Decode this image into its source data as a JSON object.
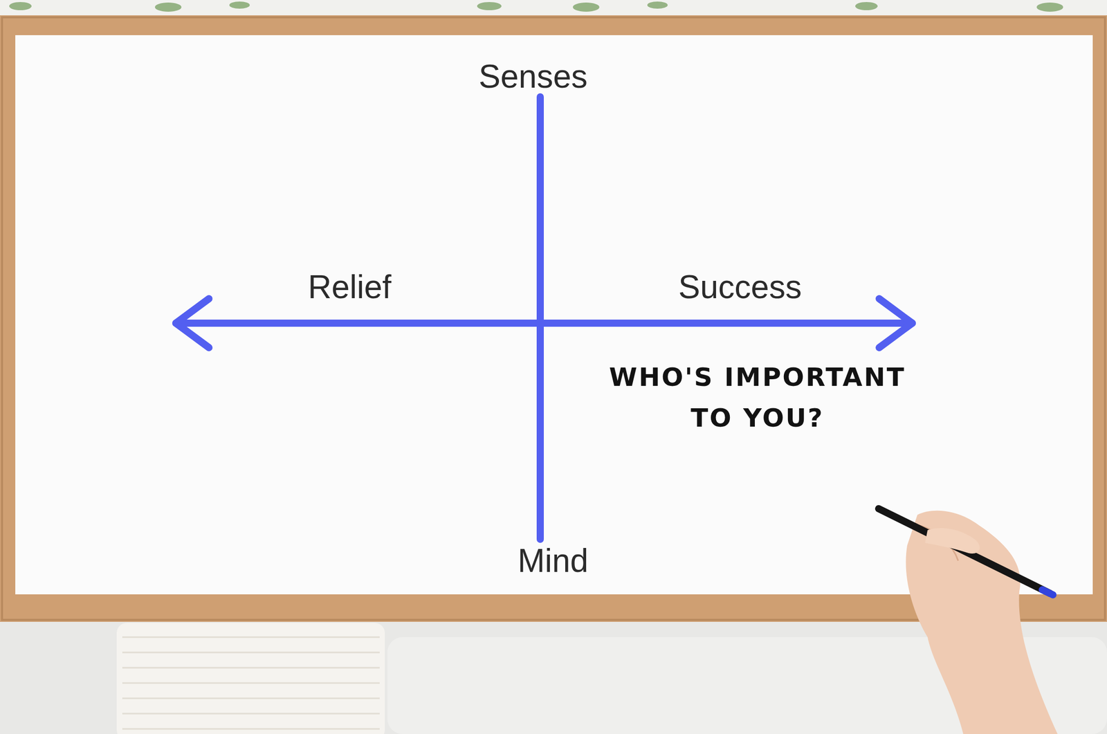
{
  "diagram": {
    "labels": [
      "Senses",
      "Relief",
      "Success",
      "WHO'S IMPORTANT TO YOU?",
      "Mind"
    ]
  }
}
